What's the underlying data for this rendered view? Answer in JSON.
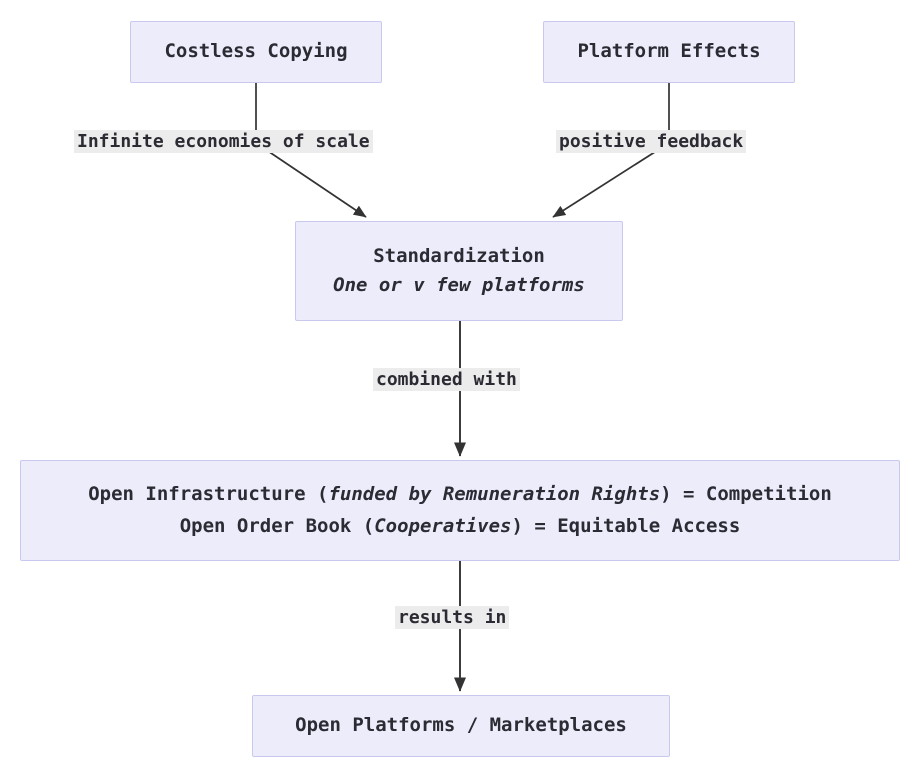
{
  "diagram": {
    "type": "flowchart",
    "direction": "top-to-bottom",
    "colors": {
      "node_fill": "#ececfb",
      "node_border": "#c9c9ef",
      "node_text": "#2b2b33",
      "edge_stroke": "#333333",
      "edge_label_background": "#ececec"
    },
    "nodes": [
      {
        "id": "costless-copying",
        "label": "Costless Copying",
        "lines": [
          "Costless Copying"
        ]
      },
      {
        "id": "platform-effects",
        "label": "Platform Effects",
        "lines": [
          "Platform Effects"
        ]
      },
      {
        "id": "standardization",
        "label": "Standardization",
        "lines": [
          "Standardization",
          "One or v few platforms"
        ],
        "subtitle_italic": true
      },
      {
        "id": "open-infrastructure",
        "label": "Open Infrastructure / Open Order Book",
        "line1": {
          "part1": "Open Infrastructure (",
          "italic1": "funded by Remuneration Rights",
          "part2": ") = Competition"
        },
        "line2": {
          "part1": "Open Order Book (",
          "italic1": "Cooperatives",
          "part2": ") = Equitable Access"
        }
      },
      {
        "id": "open-platforms",
        "label": "Open Platforms / Marketplaces",
        "lines": [
          "Open Platforms / Marketplaces"
        ]
      }
    ],
    "edges": [
      {
        "id": "costless-to-standardization",
        "from": "costless-copying",
        "to": "standardization",
        "label": "Infinite economies of scale"
      },
      {
        "id": "platform-to-standardization",
        "from": "platform-effects",
        "to": "standardization",
        "label": "positive feedback"
      },
      {
        "id": "standardization-to-open-infrastructure",
        "from": "standardization",
        "to": "open-infrastructure",
        "label": "combined with"
      },
      {
        "id": "open-infrastructure-to-open-platforms",
        "from": "open-infrastructure",
        "to": "open-platforms",
        "label": "results in"
      }
    ]
  }
}
